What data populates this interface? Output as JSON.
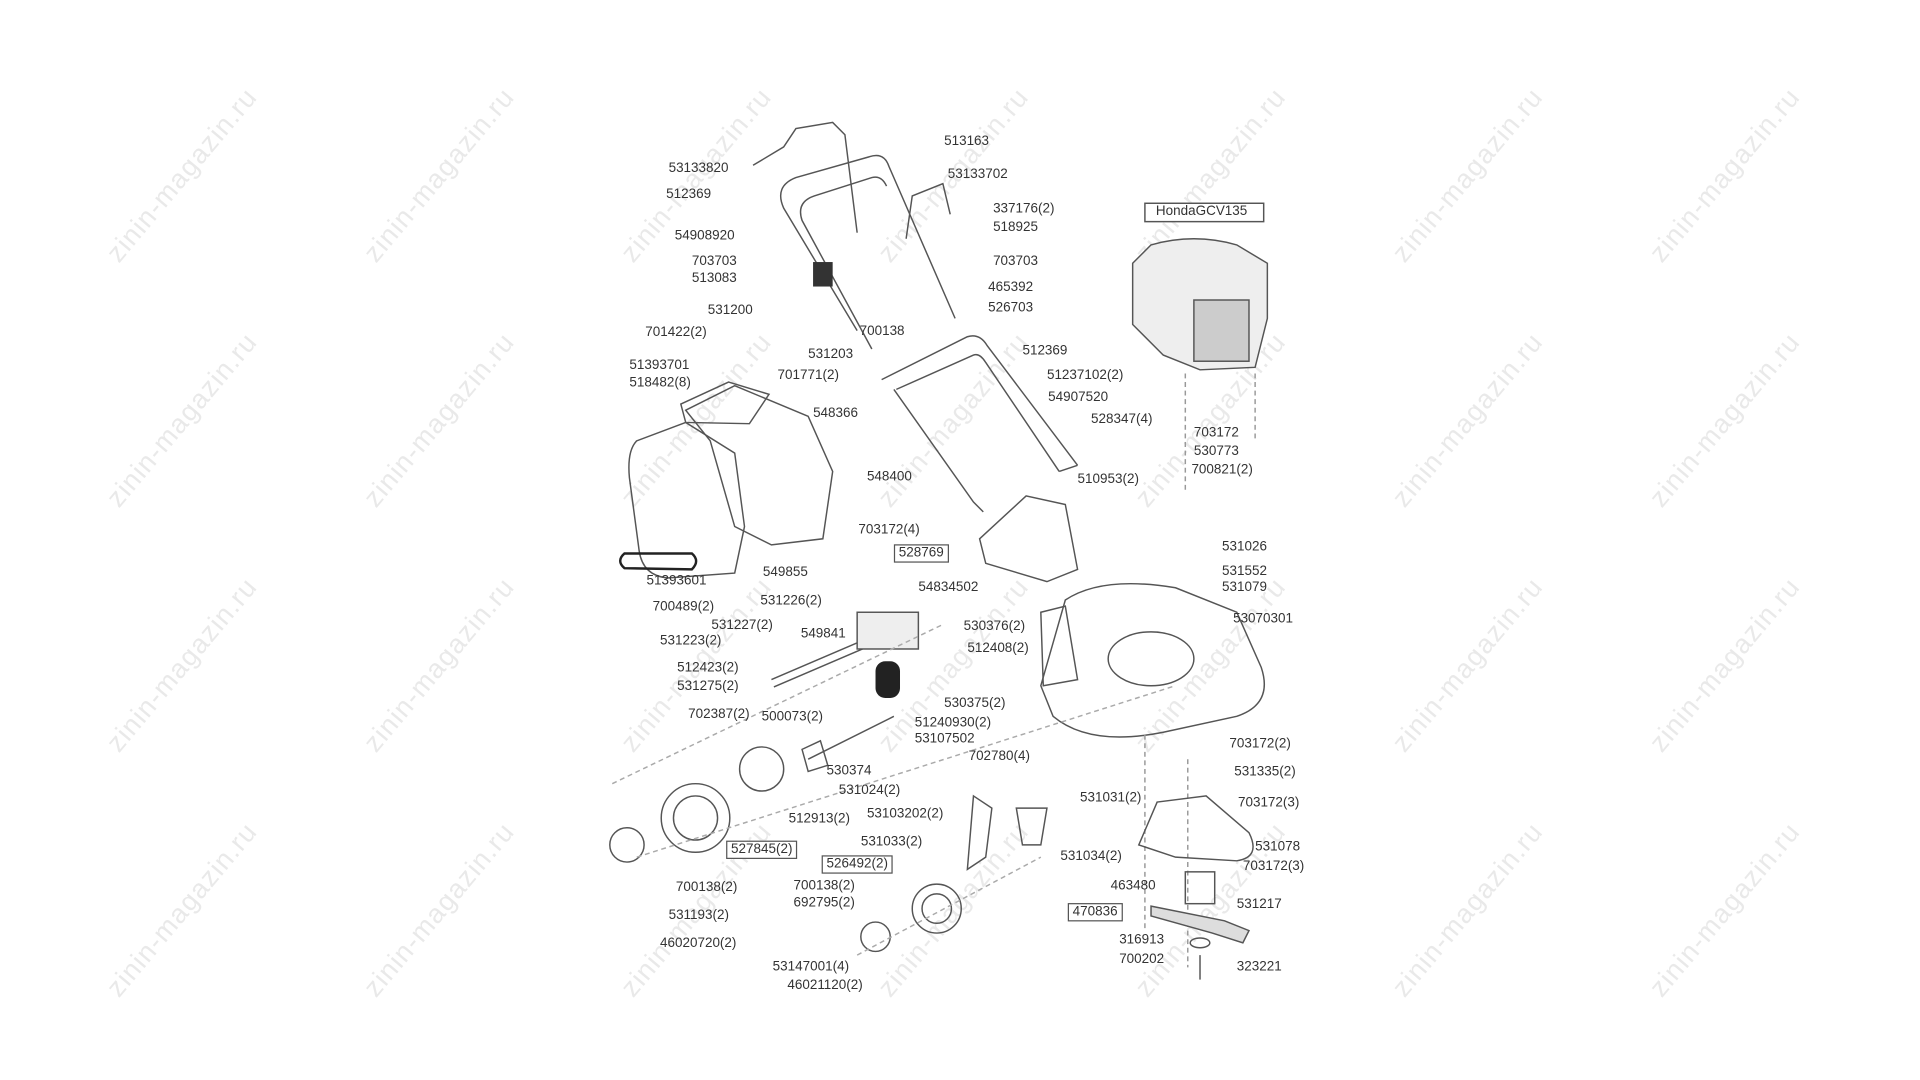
{
  "watermark": "zinin-magazin.ru",
  "engine_label": "HondaGCV135",
  "labels": [
    {
      "text": "513163"
    },
    {
      "text": "53133820"
    },
    {
      "text": "53133702"
    },
    {
      "text": "512369"
    },
    {
      "text": "337176(2)"
    },
    {
      "text": "518925"
    },
    {
      "text": "54908920"
    },
    {
      "text": "703703"
    },
    {
      "text": "703703"
    },
    {
      "text": "513083"
    },
    {
      "text": "465392"
    },
    {
      "text": "531200"
    },
    {
      "text": "526703"
    },
    {
      "text": "701422(2)"
    },
    {
      "text": "700138"
    },
    {
      "text": "531203"
    },
    {
      "text": "512369"
    },
    {
      "text": "51237102(2)"
    },
    {
      "text": "701771(2)"
    },
    {
      "text": "51393701"
    },
    {
      "text": "518482(8)"
    },
    {
      "text": "54907520"
    },
    {
      "text": "548366"
    },
    {
      "text": "528347(4)"
    },
    {
      "text": "703172"
    },
    {
      "text": "530773"
    },
    {
      "text": "700821(2)"
    },
    {
      "text": "548400"
    },
    {
      "text": "510953(2)"
    },
    {
      "text": "703172(4)"
    },
    {
      "text": "531026"
    },
    {
      "text": "528769",
      "boxed": true
    },
    {
      "text": "549855"
    },
    {
      "text": "531552"
    },
    {
      "text": "531079"
    },
    {
      "text": "54834502"
    },
    {
      "text": "51393601"
    },
    {
      "text": "53070301"
    },
    {
      "text": "700489(2)"
    },
    {
      "text": "531226(2)"
    },
    {
      "text": "531227(2)"
    },
    {
      "text": "530376(2)"
    },
    {
      "text": "549841"
    },
    {
      "text": "531223(2)"
    },
    {
      "text": "512408(2)"
    },
    {
      "text": "512423(2)"
    },
    {
      "text": "531275(2)"
    },
    {
      "text": "530375(2)"
    },
    {
      "text": "702387(2)"
    },
    {
      "text": "500073(2)"
    },
    {
      "text": "51240930(2)"
    },
    {
      "text": "53107502"
    },
    {
      "text": "703172(2)"
    },
    {
      "text": "702780(4)"
    },
    {
      "text": "530374"
    },
    {
      "text": "531335(2)"
    },
    {
      "text": "531024(2)"
    },
    {
      "text": "531031(2)"
    },
    {
      "text": "703172(3)"
    },
    {
      "text": "53103202(2)"
    },
    {
      "text": "512913(2)"
    },
    {
      "text": "531078"
    },
    {
      "text": "527845(2)",
      "boxed": true
    },
    {
      "text": "531033(2)"
    },
    {
      "text": "531034(2)"
    },
    {
      "text": "526492(2)",
      "boxed": true
    },
    {
      "text": "703172(3)"
    },
    {
      "text": "700138(2)"
    },
    {
      "text": "700138(2)"
    },
    {
      "text": "463480"
    },
    {
      "text": "692795(2)"
    },
    {
      "text": "470836",
      "boxed": true
    },
    {
      "text": "531217"
    },
    {
      "text": "531193(2)"
    },
    {
      "text": "46020720(2)"
    },
    {
      "text": "316913"
    },
    {
      "text": "53147001(4)"
    },
    {
      "text": "700202"
    },
    {
      "text": "323221"
    },
    {
      "text": "46021120(2)"
    }
  ]
}
